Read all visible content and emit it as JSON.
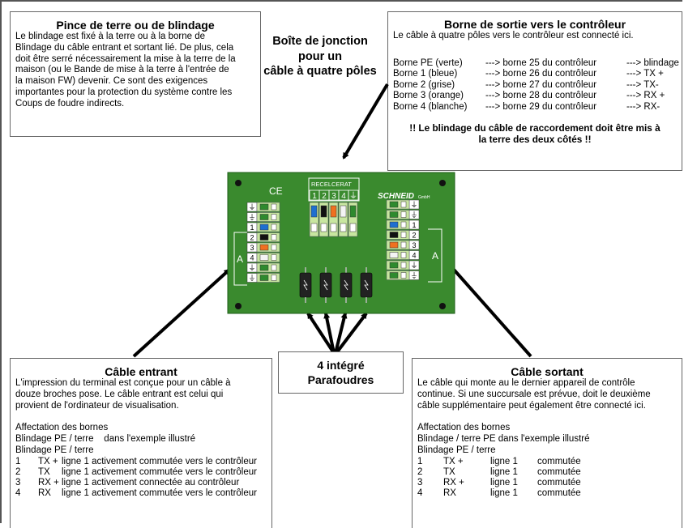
{
  "frame_color": "#555555",
  "board_color": "#3a8a2e",
  "box_top_left": {
    "title": "Pince de terre ou de blindage",
    "lines": [
      "Le blindage est fixé à la terre ou à la borne de",
      "Blindage du câble entrant et sortant lié. De plus, cela",
      "doit être serré nécessairement la mise à la terre de la",
      "maison (ou le Bande de mise à la terre à l'entrée de",
      "la maison FW) devenir. Ce sont des exigences",
      "importantes pour la protection du système contre les",
      "Coups de foudre indirects."
    ]
  },
  "center_title": [
    "Boîte de jonction",
    "pour un",
    "câble à quatre pôles"
  ],
  "box_top_right": {
    "title": "Borne de sortie vers le contrôleur",
    "intro": "Le câble à quatre pôles vers le contrôleur est connecté ici.",
    "rows": [
      [
        "Borne PE (verte)",
        "---> borne 25 du contrôleur",
        "---> blindage"
      ],
      [
        "Borne 1 (bleue)",
        "---> borne 26 du contrôleur",
        "---> TX +"
      ],
      [
        "Borne 2 (grise)",
        "---> borne 27 du contrôleur",
        "---> TX-"
      ],
      [
        "Borne 3 (orange)",
        "---> borne 28 du contrôleur",
        "---> RX +"
      ],
      [
        "Borne 4 (blanche)",
        "---> borne 29 du contrôleur",
        "---> RX-"
      ]
    ],
    "warning": [
      "!! Le blindage du câble de raccordement doit être mis à",
      "la terre des deux côtés !!"
    ]
  },
  "board": {
    "ce_mark": "CE",
    "brand": "SCHNEID",
    "brand_suffix": "GmbH",
    "header_label": "RECELCERAT",
    "header_numbers": [
      "1",
      "2",
      "3",
      "4",
      "⏚"
    ],
    "left_letter": "A",
    "right_letter": "A",
    "left_terminals": [
      "⏚",
      "⏚",
      "1",
      "2",
      "3",
      "4",
      "⏚",
      "⏚"
    ],
    "right_terminals": [
      "⏚",
      "⏚",
      "1",
      "2",
      "3",
      "4",
      "⏚",
      "⏚"
    ]
  },
  "box_bottom_center": {
    "lines": [
      "4 intégré",
      "Parafoudres"
    ]
  },
  "box_bottom_left": {
    "title": "Câble entrant",
    "lines": [
      "L'impression du terminal est conçue pour un câble à",
      "douze broches pose. Le câble entrant est celui qui",
      "provient de l'ordinateur de visualisation."
    ],
    "assign_title": "Affectation des bornes",
    "assign_lines": [
      "Blindage PE / terre    dans l'exemple illustré",
      "Blindage PE / terre"
    ],
    "rows": [
      [
        "1",
        "TX +",
        "ligne 1 activement commutée vers le contrôleur"
      ],
      [
        "2",
        "TX",
        "ligne 1 activement commutée vers le contrôleur"
      ],
      [
        "3",
        "RX +",
        "ligne 1 activement connectée au contrôleur"
      ],
      [
        "4",
        "RX",
        "ligne 1 activement commutée vers le contrôleur"
      ]
    ]
  },
  "box_bottom_right": {
    "title": "Câble sortant",
    "lines": [
      "Le câble qui monte au le dernier appareil de contrôle",
      "continue. Si une succursale est prévue, doit le deuxième",
      "câble supplémentaire peut également être connecté ici."
    ],
    "assign_title": "Affectation des bornes",
    "assign_lines": [
      "Blindage / terre PE dans l'exemple illustré",
      "Blindage PE / terre"
    ],
    "rows": [
      [
        "1",
        "TX +",
        "ligne 1",
        "commutée"
      ],
      [
        "2",
        "TX",
        "ligne 1",
        "commutée"
      ],
      [
        "3",
        "RX +",
        "ligne 1",
        "commutée"
      ],
      [
        "4",
        "RX",
        "ligne 1",
        "commutée"
      ]
    ]
  }
}
